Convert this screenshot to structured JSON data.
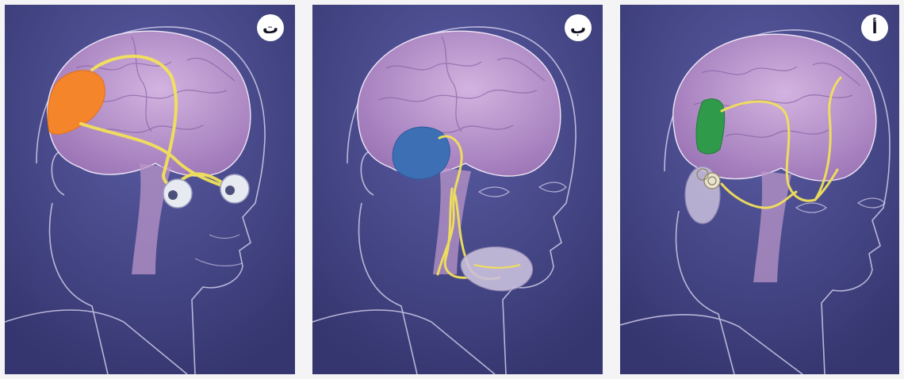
{
  "panels": [
    {
      "id": "visual",
      "label": "ت",
      "area_color": "#f5852a",
      "pathway_color": "#f2e15a",
      "sense": "sight",
      "sense_icon": "eyeballs-icon"
    },
    {
      "id": "taste",
      "label": "ب",
      "area_color": "#3d6fb4",
      "pathway_color": "#f2e15a",
      "sense": "taste",
      "sense_icon": "tongue-icon"
    },
    {
      "id": "auditory",
      "label": "أ",
      "area_color": "#2f9a4a",
      "pathway_color": "#f2e15a",
      "sense": "hearing",
      "sense_icon": "inner-ear-icon"
    }
  ],
  "colors": {
    "panel_background": "#3c3d7e",
    "brain_fill": "#b88fcc",
    "outline": "#d8d4f0"
  }
}
